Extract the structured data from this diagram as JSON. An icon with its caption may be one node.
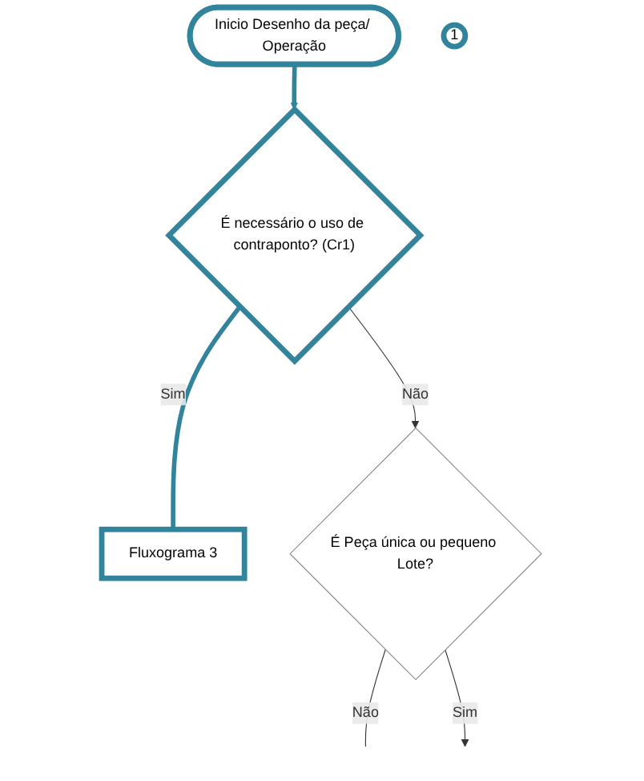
{
  "diagram": {
    "nodes": [
      {
        "text": [
          "Inicio Desenho da peça/ Operação"
        ]
      },
      {
        "text": [
          "1"
        ]
      },
      {
        "text": [
          "É necessário o uso de contraponto? (Cr1)"
        ]
      },
      {
        "text": [
          "Fluxograma 3"
        ]
      },
      {
        "text": [
          "É Peça única ou pequeno Lote?"
        ]
      }
    ],
    "edges": [
      {
        "from": 0,
        "to": 2,
        "arrow": "to",
        "style": "thick",
        "color": "#31849b"
      },
      {
        "from": 2,
        "to": 3,
        "arrow": "none",
        "label": "Sim",
        "style": "thick",
        "color": "#31849b"
      },
      {
        "from": 2,
        "to": 4,
        "arrow": "to",
        "label": "Não"
      },
      {
        "from": 4,
        "to": null,
        "arrow": "none",
        "label": "Não"
      },
      {
        "from": 4,
        "to": null,
        "arrow": "to",
        "label": "Sim"
      }
    ]
  }
}
